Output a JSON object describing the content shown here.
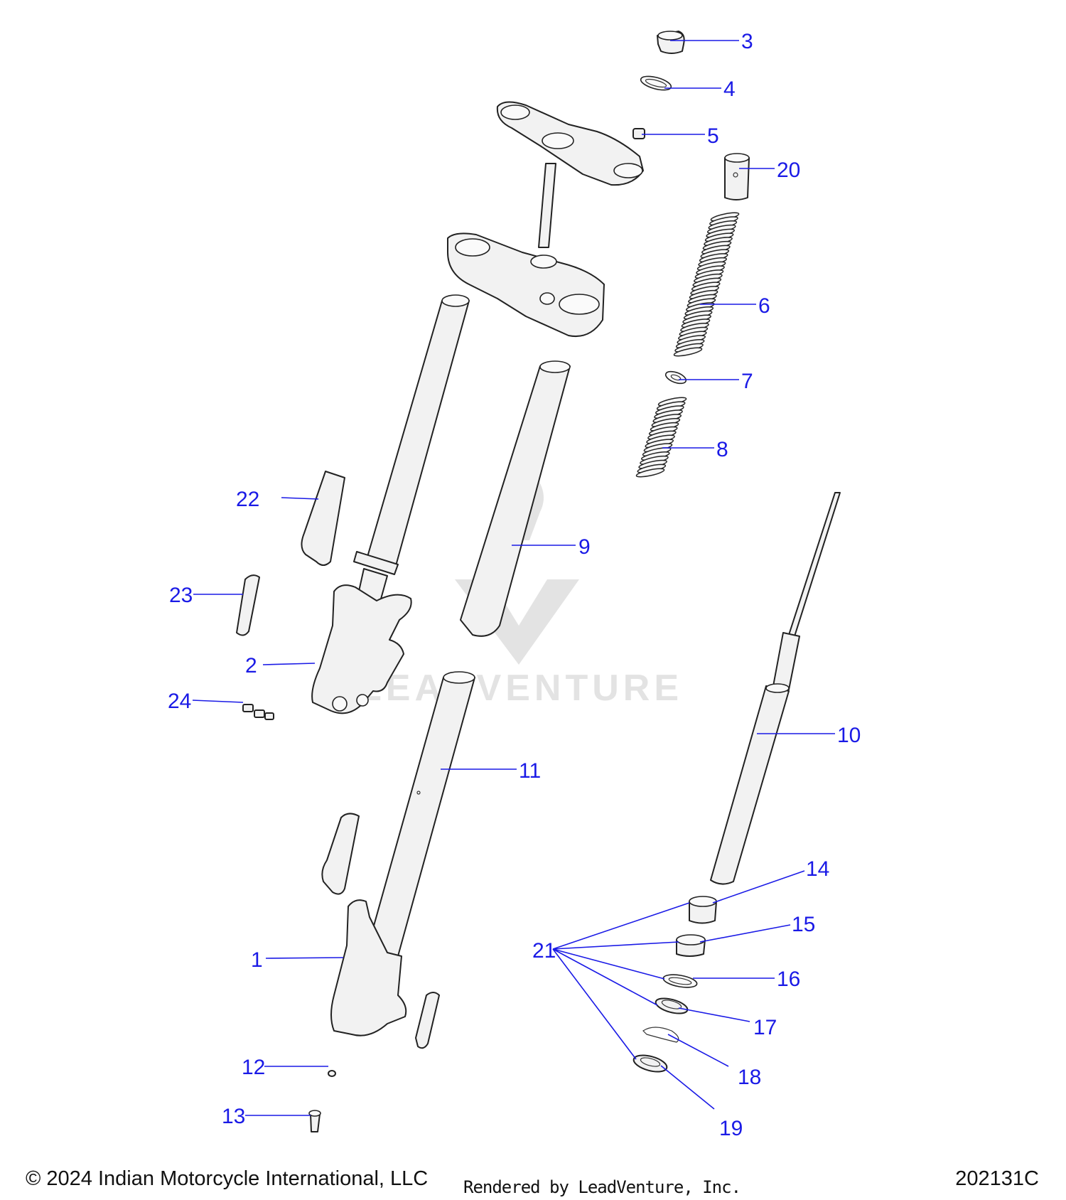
{
  "callouts": {
    "c1": "1",
    "c2": "2",
    "c3": "3",
    "c4": "4",
    "c5": "5",
    "c6": "6",
    "c7": "7",
    "c8": "8",
    "c9": "9",
    "c10": "10",
    "c11": "11",
    "c12": "12",
    "c13": "13",
    "c14": "14",
    "c15": "15",
    "c16": "16",
    "c17": "17",
    "c18": "18",
    "c19": "19",
    "c20": "20",
    "c21": "21",
    "c22": "22",
    "c23": "23",
    "c24": "24"
  },
  "watermark": {
    "text": "LEADVENTURE"
  },
  "footer": {
    "copyright": "© 2024 Indian Motorcycle International, LLC",
    "rendered_by": "Rendered by LeadVenture, Inc.",
    "document_number": "202131C"
  },
  "colors": {
    "callout": "#1a1ae6",
    "outline": "#222222",
    "watermark": "#e3e3e3"
  }
}
